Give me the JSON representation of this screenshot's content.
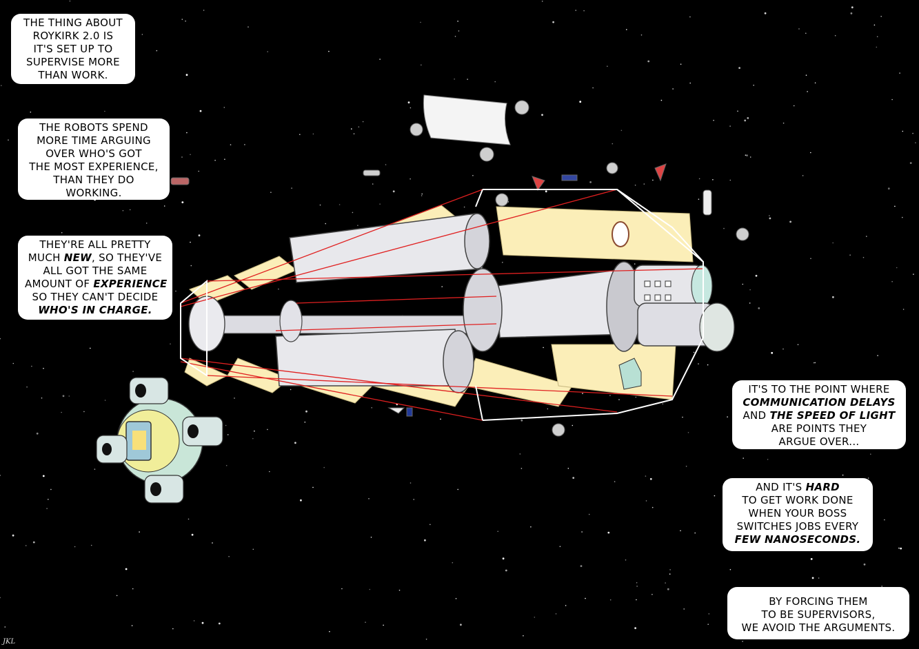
{
  "comic": {
    "captions": [
      {
        "lines": [
          "THE THING ABOUT",
          "ROYKIRK 2.0 IS",
          "IT'S SET UP TO",
          "SUPERVISE MORE",
          "THAN WORK."
        ]
      },
      {
        "lines": [
          "THE ROBOTS SPEND",
          "MORE TIME ARGUING",
          "OVER WHO'S GOT",
          "THE MOST EXPERIENCE,",
          "THAN THEY DO",
          "WORKING."
        ]
      },
      {
        "lines": [
          "THEY'RE ALL PRETTY",
          "MUCH NEW, SO THEY'VE",
          "ALL GOT THE SAME",
          "AMOUNT OF EXPERIENCE",
          "SO THEY CAN'T DECIDE",
          "WHO'S IN CHARGE."
        ]
      },
      {
        "lines": [
          "IT'S TO THE POINT WHERE",
          "COMMUNICATION DELAYS",
          "AND THE SPEED OF LIGHT",
          "ARE POINTS THEY",
          "ARGUE OVER..."
        ]
      },
      {
        "lines": [
          "AND IT'S HARD",
          "TO GET WORK DONE",
          "WHEN YOUR BOSS",
          "SWITCHES JOBS EVERY",
          "FEW NANOSECONDS."
        ]
      },
      {
        "lines": [
          "BY FORCING THEM",
          "TO BE SUPERVISORS,",
          "WE AVOID THE ARGUMENTS."
        ]
      }
    ],
    "signature": "JKL"
  },
  "colors": {
    "space": "#000000",
    "caption_bg": "#ffffff",
    "truss": "#e02020",
    "panel": "#fbeeb8",
    "hull": "#e8e8ec",
    "hull_shade": "#a9a9b4",
    "pod": "#c9e6d8",
    "pod_ring": "#f1ee9a"
  },
  "icons": [
    "station-icon",
    "pod-ship-icon",
    "robot-icon",
    "solar-sail-icon"
  ]
}
